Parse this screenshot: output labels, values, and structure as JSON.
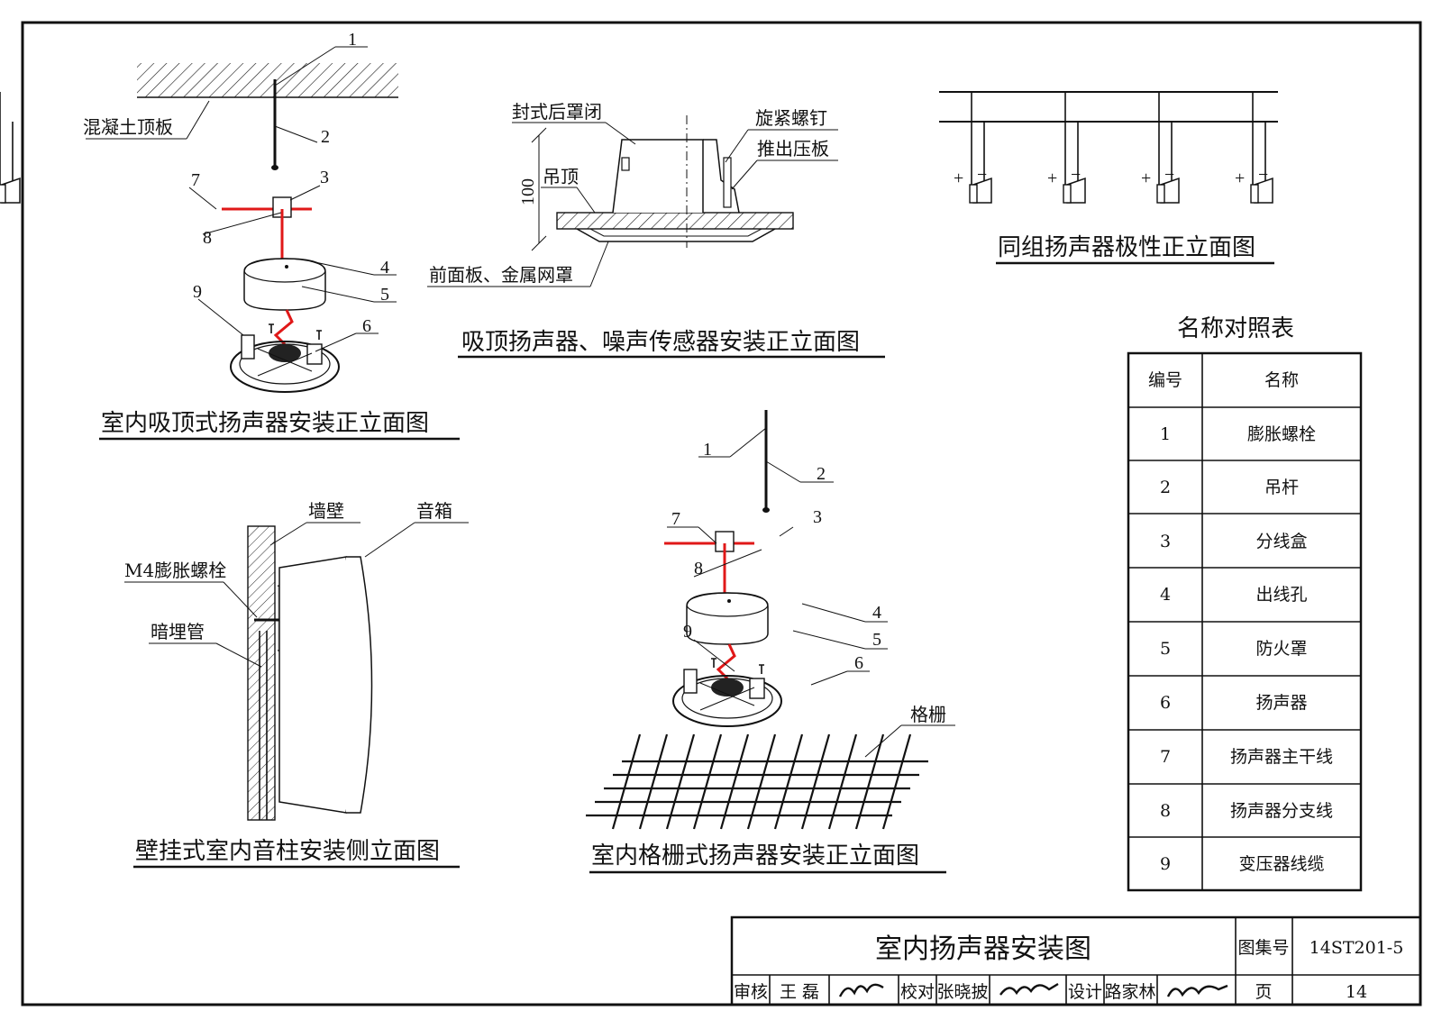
{
  "diagram_a": {
    "title": "室内吸顶式扬声器安装正立面图",
    "slab_label": "混凝土顶板",
    "callouts": [
      "1",
      "2",
      "3",
      "4",
      "5",
      "6",
      "7",
      "8",
      "9"
    ]
  },
  "diagram_b": {
    "title": "吸顶扬声器、噪声传感器安装正立面图",
    "labels": {
      "rear_cover": "封式后罩闭",
      "ceiling": "吊顶",
      "dimension": "100",
      "front_panel": "前面板、金属网罩",
      "screw": "旋紧螺钉",
      "plate": "推出压板"
    }
  },
  "diagram_c": {
    "title": "同组扬声器极性正立面图",
    "polarity": [
      "+",
      "−"
    ]
  },
  "diagram_d": {
    "title": "壁挂式室内音柱安装侧立面图",
    "labels": {
      "wall": "墙壁",
      "speaker_box": "音箱",
      "bolt": "M4膨胀螺栓",
      "conduit": "暗埋管"
    }
  },
  "diagram_e": {
    "title": "室内格栅式扬声器安装正立面图",
    "grille_label": "格栅",
    "callouts": [
      "1",
      "2",
      "3",
      "4",
      "5",
      "6",
      "7",
      "8",
      "9"
    ]
  },
  "legend": {
    "title": "名称对照表",
    "headers": [
      "编号",
      "名称"
    ],
    "rows": [
      {
        "no": "1",
        "name": "膨胀螺栓"
      },
      {
        "no": "2",
        "name": "吊杆"
      },
      {
        "no": "3",
        "name": "分线盒"
      },
      {
        "no": "4",
        "name": "出线孔"
      },
      {
        "no": "5",
        "name": "防火罩"
      },
      {
        "no": "6",
        "name": "扬声器"
      },
      {
        "no": "7",
        "name": "扬声器主干线"
      },
      {
        "no": "8",
        "name": "扬声器分支线"
      },
      {
        "no": "9",
        "name": "变压器线缆"
      }
    ]
  },
  "title_block": {
    "drawing_title": "室内扬声器安装图",
    "atlas_label": "图集号",
    "atlas_no": "14ST201-5",
    "review_label": "审核",
    "reviewer": "王 磊",
    "check_label": "校对",
    "checker": "张晓披",
    "design_label": "设计",
    "designer": "路家林",
    "page_label": "页",
    "page_no": "14"
  }
}
